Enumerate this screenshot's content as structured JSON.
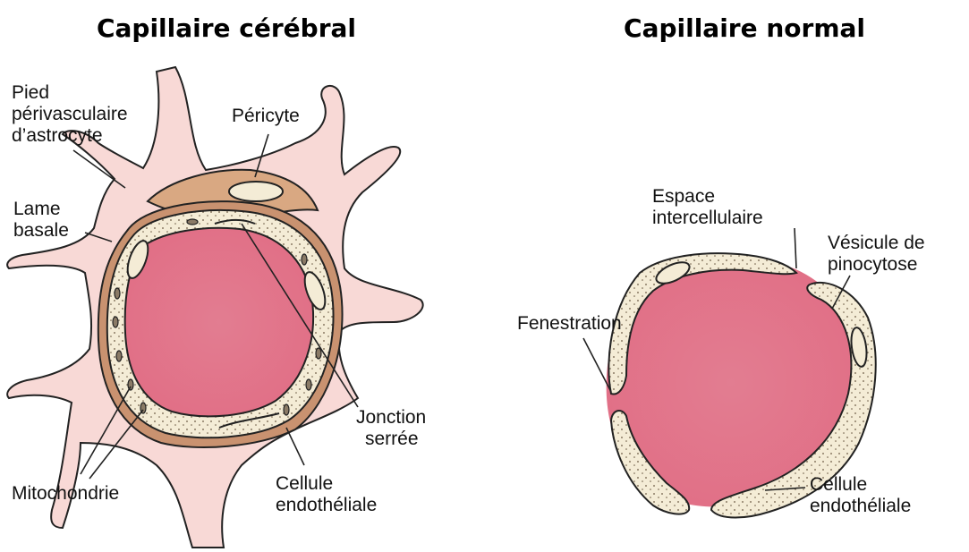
{
  "titles": {
    "left": "Capillaire cérébral",
    "right": "Capillaire normal"
  },
  "left_labels": {
    "pied_1": "Pied",
    "pied_2": "périvasculaire",
    "pied_3": "d’astrocyte",
    "pericyte": "Péricyte",
    "lame_1": "Lame",
    "lame_2": "basale",
    "jonction_1": "Jonction",
    "jonction_2": "serrée",
    "mito": "Mitochondrie",
    "cellule_1": "Cellule",
    "cellule_2": "endothéliale"
  },
  "right_labels": {
    "espace_1": "Espace",
    "espace_2": "intercellulaire",
    "vesicule_1": "Vésicule de",
    "vesicule_2": "pinocytose",
    "fenestration": "Fenestration",
    "cellule_1": "Cellule",
    "cellule_2": "endothéliale"
  },
  "colors": {
    "lumen": "#e07b8f",
    "endothelium": "#f4ecd6",
    "pericyte": "#d9a882",
    "astrocyte": "#f8d9d6",
    "basal_lamina": "#b57a55"
  }
}
